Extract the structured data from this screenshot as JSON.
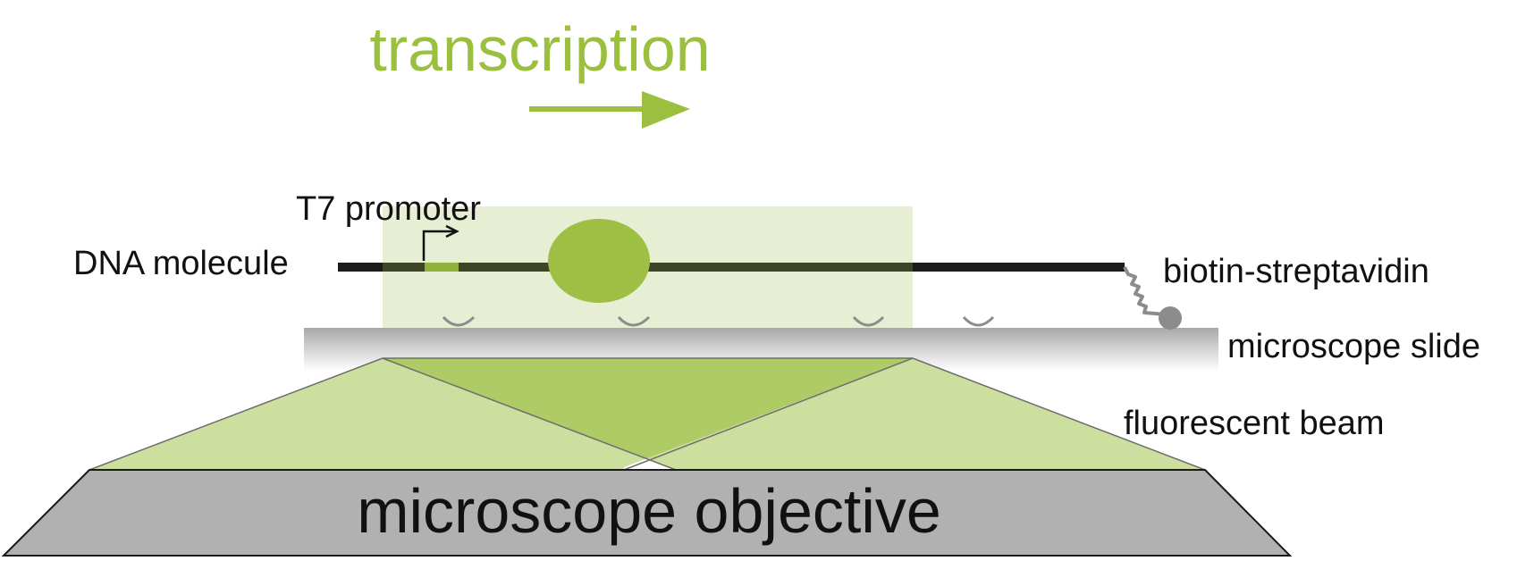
{
  "diagram": {
    "title": "transcription",
    "labels": {
      "t7_promoter": "T7 promoter",
      "dna_molecule": "DNA molecule",
      "biotin_streptavidin": "biotin-streptavidin",
      "microscope_slide": "microscope slide",
      "fluorescent_beam": "fluorescent beam",
      "microscope_objective": "microscope objective"
    },
    "colors": {
      "accent_green": "#9bbf3f",
      "promoter_green": "#8db33a",
      "polymerase_green": "#9ebf44",
      "illumination_light_green": "#e6eed3",
      "beam_light_green": "#cddf9e",
      "beam_center_green": "#aecb65",
      "dna_black": "#1c1c1c",
      "objective_gray": "#b1b1b1",
      "slide_gray": "#a8a8a8",
      "tether_gray": "#8c8c8c"
    },
    "icons": [
      "transcription-arrow-icon",
      "promoter-arrow-icon",
      "rna-polymerase-icon",
      "surface-anchor-icon",
      "biotin-streptavidin-icon"
    ]
  }
}
